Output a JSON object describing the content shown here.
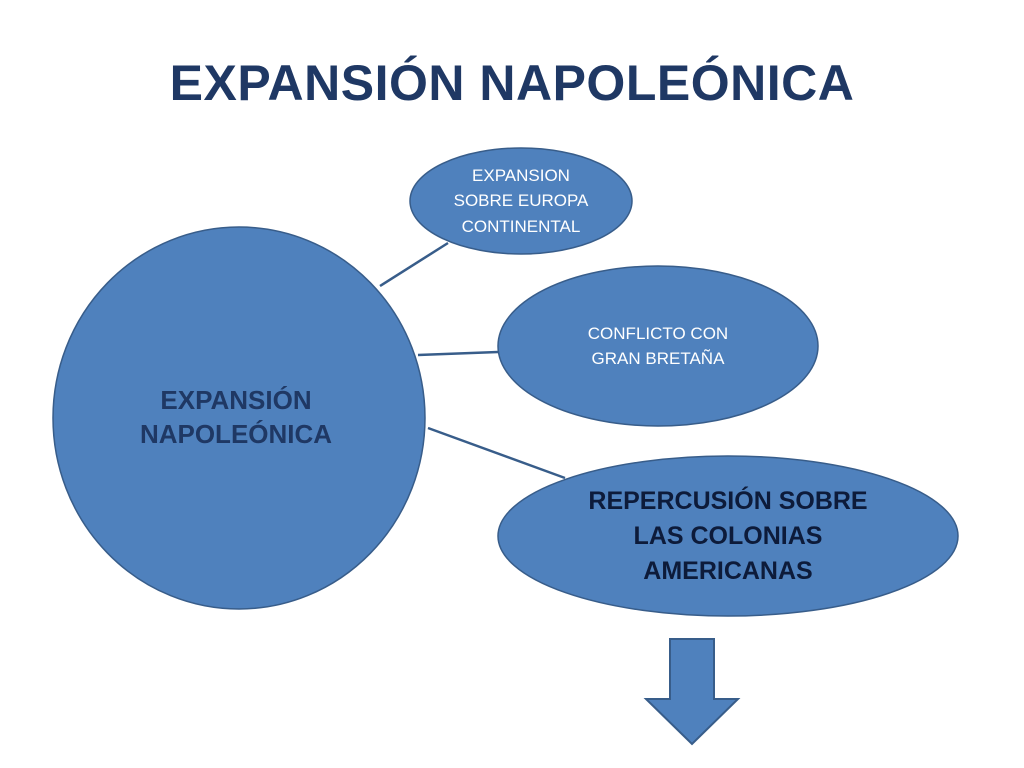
{
  "slide": {
    "title": "EXPANSIÓN NAPOLEÓNICA"
  },
  "colors": {
    "title": "#1f3864",
    "node_fill": "#4f81bd",
    "node_stroke": "#385d8a",
    "connector": "#385d8a"
  },
  "diagram": {
    "center": {
      "label": "EXPANSIÓN\nNAPOLEÓNICA"
    },
    "branches": [
      {
        "label": "EXPANSION\nSOBRE EUROPA\nCONTINENTAL"
      },
      {
        "label": "CONFLICTO  CON\nGRAN BRETAÑA"
      },
      {
        "label": "REPERCUSIÓN  SOBRE\nLAS COLONIAS\nAMERICANAS"
      }
    ],
    "arrow_icon": "down-arrow-icon"
  }
}
